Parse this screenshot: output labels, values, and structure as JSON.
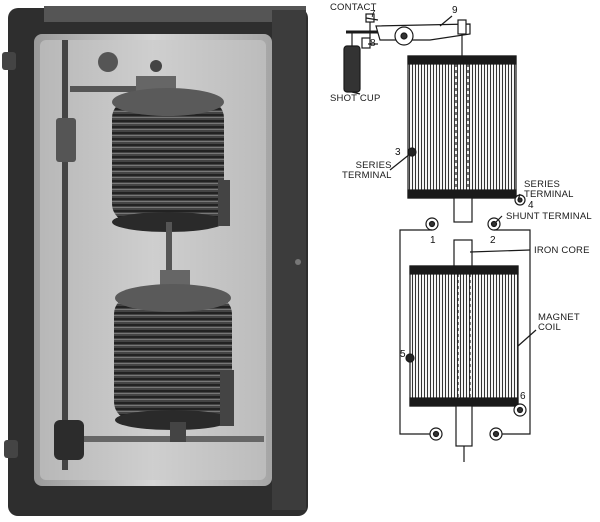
{
  "labels": {
    "contact": "CONTACT",
    "shot_cup": "SHOT CUP",
    "series_terminal_left": "SERIES\nTERMINAL",
    "series_terminal_right": "SERIES\nTERMINAL",
    "shunt_terminal": "SHUNT TERMINAL",
    "iron_core": "IRON CORE",
    "magnet_coil": "MAGNET\nCOIL"
  },
  "numbers": {
    "n1": "1",
    "n2": "2",
    "n3": "3",
    "n4": "4",
    "n5": "5",
    "n6": "6",
    "n7": "7",
    "n8": "8",
    "n9": "9"
  },
  "colors": {
    "ink": "#1a1a1a",
    "paper": "#ffffff",
    "photo_dark": "#3a3a3a",
    "photo_mid": "#8a8a8a",
    "photo_light": "#d9d9d9"
  }
}
